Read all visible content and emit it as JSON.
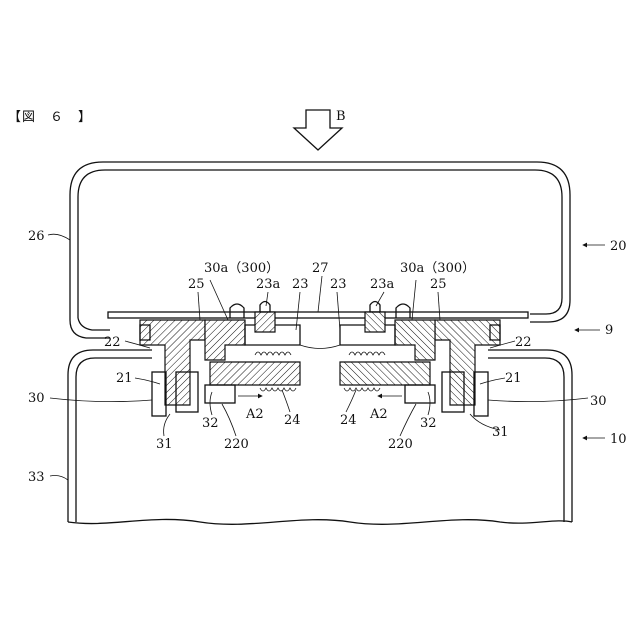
{
  "figure": {
    "title": "【図　６　】",
    "arrow_label": "B",
    "labels": {
      "l26": "26",
      "l20": "20",
      "l9": "9",
      "l10": "10",
      "l33": "33",
      "l30a_left": "30a（300）",
      "l30a_right": "30a（300）",
      "l27": "27",
      "l25_left": "25",
      "l25_right": "25",
      "l23a_left": "23a",
      "l23a_right": "23a",
      "l23_left": "23",
      "l23_right": "23",
      "l22_left": "22",
      "l22_right": "22",
      "l21_left": "21",
      "l21_right": "21",
      "l30_left": "30",
      "l30_right": "30",
      "l31_left": "31",
      "l31_right": "31",
      "l32_left": "32",
      "l32_right": "32",
      "l220_left": "220",
      "l220_right": "220",
      "l24_left": "24",
      "l24_right": "24",
      "a2_left": "A2",
      "a2_right": "A2"
    }
  }
}
